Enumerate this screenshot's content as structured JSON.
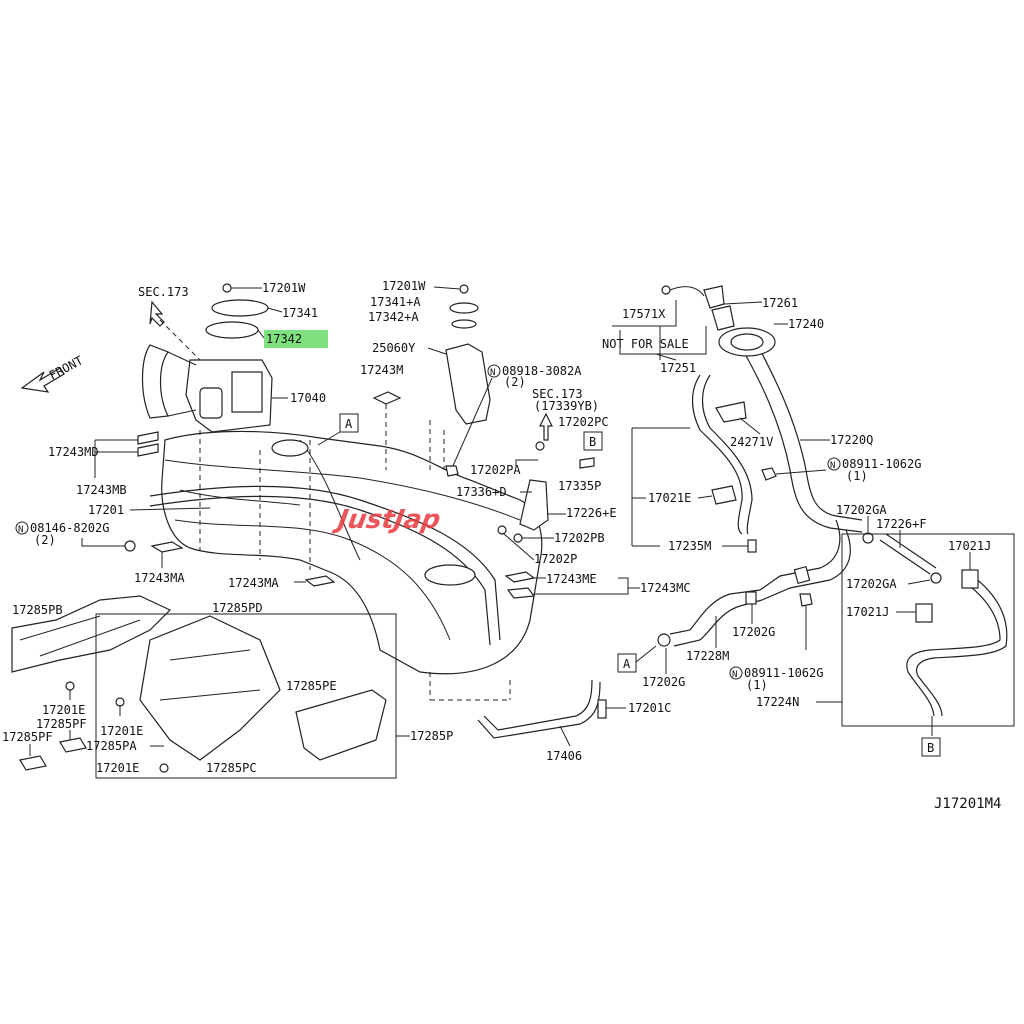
{
  "diagram_code": "J17201M4",
  "front_label": "FRONT",
  "watermark": "JustJap",
  "callouts": {
    "c17201W_1": "17201W",
    "c17341": "17341",
    "c17342": "17342",
    "sec173_a": "SEC.173",
    "c17040": "17040",
    "c17243M": "17243M",
    "boxA_1": "A",
    "c17243MD": "17243MD",
    "c17243MB": "17243MB",
    "c17201": "17201",
    "c08146": "08146-8202G",
    "c08146_qty": "(2)",
    "c17243MA_1": "17243MA",
    "c17243MA_2": "17243MA",
    "c17201W_2": "17201W",
    "c17341A": "17341+A",
    "c17342A": "17342+A",
    "c25060Y": "25060Y",
    "c08918": "08918-3082A",
    "c08918_qty": "(2)",
    "sec173_b": "SEC.173",
    "sec173_b_sub": "(17339YB)",
    "c17202PC": "17202PC",
    "boxB_1": "B",
    "c17202PA": "17202PA",
    "c17336D": "17336+D",
    "c17335P": "17335P",
    "c17226E": "17226+E",
    "c17202PB": "17202PB",
    "c17202P": "17202P",
    "c17243ME": "17243ME",
    "c17243MC": "17243MC",
    "c17571X": "17571X",
    "c17261": "17261",
    "c17240": "17240",
    "not_for_sale": "NOT FOR SALE",
    "c17251": "17251",
    "c24271V": "24271V",
    "c17220Q": "17220Q",
    "c08911_1": "08911-1062G",
    "c08911_1_qty": "(1)",
    "c17021E": "17021E",
    "c17235M": "17235M",
    "c17202GA_1": "17202GA",
    "c17226F": "17226+F",
    "c17021J_1": "17021J",
    "c17202GA_2": "17202GA",
    "c17021J_2": "17021J",
    "c17202G_1": "17202G",
    "c17228M": "17228M",
    "boxA_2": "A",
    "c17202G_2": "17202G",
    "c08911_2": "08911-1062G",
    "c08911_2_qty": "(1)",
    "c17224N": "17224N",
    "boxB_2": "B",
    "c17201C": "17201C",
    "c17406": "17406",
    "c17285PB": "17285PB",
    "c17285PD": "17285PD",
    "c17201E_1": "17201E",
    "c17201E_2": "17201E",
    "c17285PF_1": "17285PF",
    "c17285PF_2": "17285PF",
    "c17285PA": "17285PA",
    "c17201E_3": "17201E",
    "c17285PC": "17285PC",
    "c17285PE": "17285PE",
    "c17285P": "17285P",
    "N_symbol": "N"
  },
  "colors": {
    "line": "#222222",
    "highlight": "#7fe07f",
    "watermark": "#e8393f"
  },
  "icons": [
    "front-arrow-icon",
    "up-arrow-icon",
    "nut-icon",
    "bolt-icon",
    "clip-icon"
  ]
}
